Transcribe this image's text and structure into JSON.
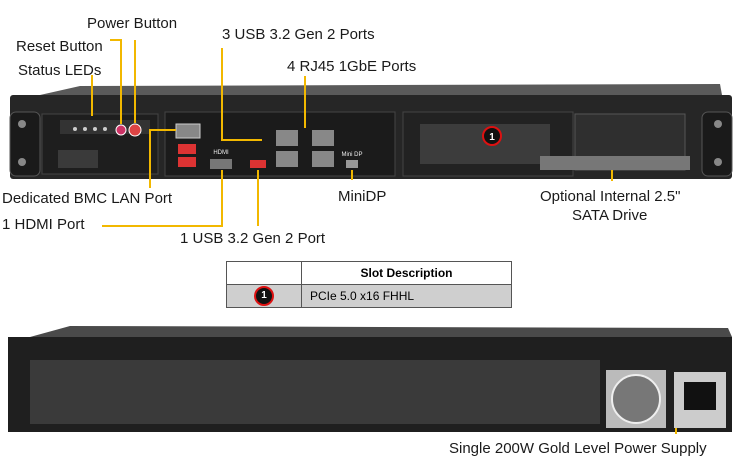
{
  "callouts": {
    "power_button": "Power Button",
    "reset_button": "Reset Button",
    "status_leds": "Status LEDs",
    "usb_front_3": "3 USB 3.2 Gen 2 Ports",
    "rj45_ports": "4 RJ45 1GbE Ports",
    "bmc_lan": "Dedicated BMC LAN Port",
    "hdmi": "1 HDMI Port",
    "usb_front_1": "1 USB 3.2 Gen 2 Port",
    "minidp": "MiniDP",
    "sata_line1": "Optional Internal 2.5\"",
    "sata_line2": "SATA Drive",
    "power_supply": "Single 200W Gold Level Power Supply"
  },
  "chassis_labels": {
    "hdmi_port": "HDMI",
    "minidp_port": "Mini DP"
  },
  "slot_table": {
    "header": "Slot Description",
    "rows": [
      {
        "number": "1",
        "description": "PCIe 5.0 x16 FHHL"
      }
    ]
  },
  "colors": {
    "leader_line": "#f2b800",
    "badge_ring": "#dd1111",
    "chassis": "#2a2a2a"
  }
}
